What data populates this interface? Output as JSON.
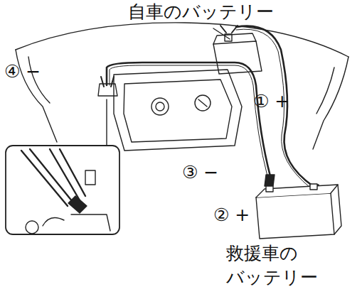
{
  "diagram": {
    "labels": [
      "自車のバッテリー",
      "④ −",
      "① +",
      "③ −",
      "② +",
      "救援車の バッテリー"
    ]
  }
}
